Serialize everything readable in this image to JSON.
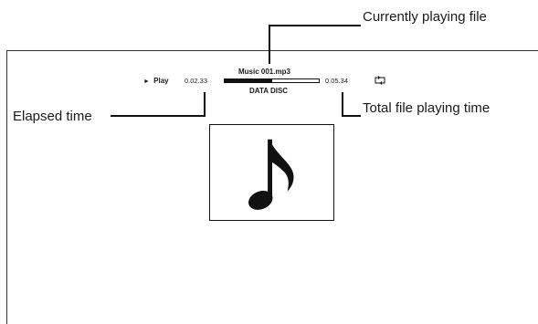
{
  "callouts": {
    "currently_playing": "Currently playing file",
    "elapsed_time": "Elapsed time",
    "total_time": "Total file playing time"
  },
  "player": {
    "file_name": "Music 001.mp3",
    "play_glyph": "►",
    "play_label": "Play",
    "elapsed": "0.02.33",
    "total": "0.05.34",
    "disc_type": "DATA DISC",
    "progress": 0.5
  },
  "icons": {
    "play": "play-icon",
    "repeat": "repeat-icon",
    "artwork": "music-note-icon"
  }
}
